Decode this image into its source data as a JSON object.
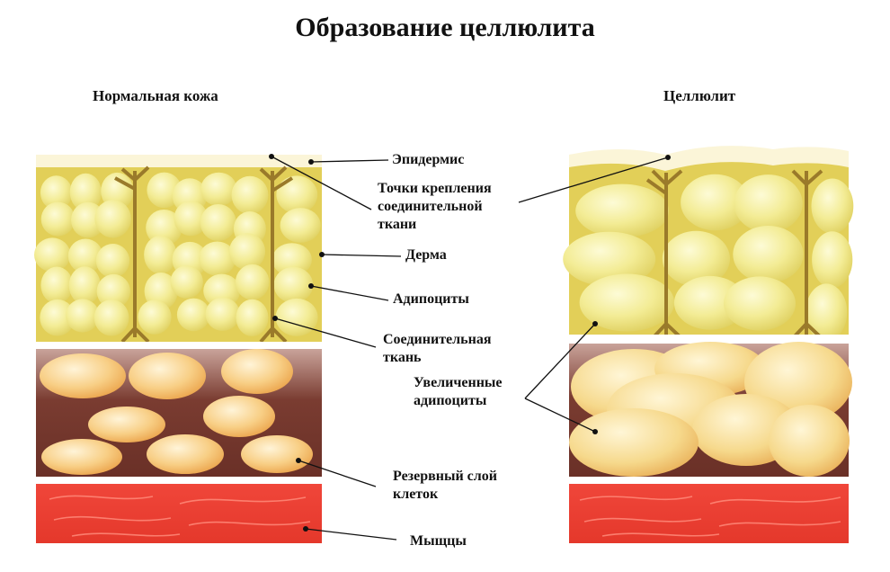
{
  "title": "Образование целлюлита",
  "panels": {
    "normal": "Нормальная кожа",
    "cellulite": "Целлюлит"
  },
  "labels": {
    "epidermis": "Эпидермис",
    "anchor_points": [
      "Точки крепления",
      "соединительной",
      "ткани"
    ],
    "dermis": "Дерма",
    "adipocytes": "Адипоциты",
    "connective_tissue": [
      "Соединительная",
      "ткань"
    ],
    "enlarged_adipocytes": [
      "Увеличенные",
      "адипоциты"
    ],
    "reserve_layer": [
      "Резервный слой",
      "клеток"
    ],
    "muscles": "Мыщцы"
  },
  "colors": {
    "epidermis": "#fbf5d8",
    "dermis": "#e2cf58",
    "septa": "#9a7a2a",
    "adipocyte": "#f7f19c",
    "reserve_layer": "#7a3c31",
    "reserve_cell": "#f6c878",
    "enlarged_cell": "#f5d37e",
    "muscle": "#ec4030"
  }
}
